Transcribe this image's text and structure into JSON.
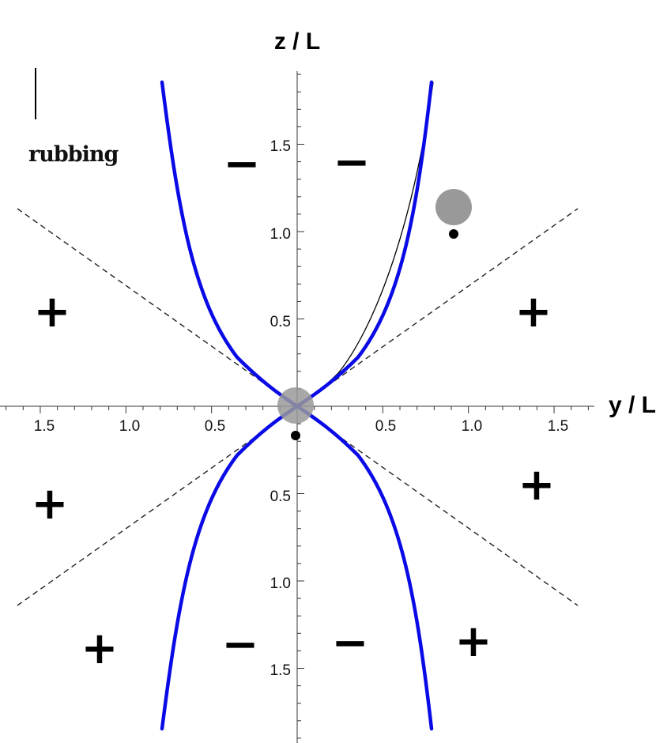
{
  "axes": {
    "x_title": "y / L",
    "y_title": "z / L",
    "x_ticks": [
      "1.5",
      "1.0",
      "0.5",
      "0.5",
      "1.0",
      "1.5"
    ],
    "y_ticks": [
      "1.5",
      "1.0",
      "0.5",
      "0.5",
      "1.0",
      "1.5"
    ]
  },
  "annotation": "rubbing",
  "region_signs": {
    "top_left": "−",
    "top_right": "−",
    "upper_left": "+",
    "upper_right": "+",
    "lower_left": "+",
    "lower_right": "+",
    "bottom_left_outer": "+",
    "bottom_left_inner": "−",
    "bottom_right_inner": "−",
    "bottom_right_outer": "+"
  },
  "colors": {
    "curve": "#0a0ae6",
    "marker_disc": "#999999",
    "axes": "#333333",
    "text": "#000000"
  }
}
